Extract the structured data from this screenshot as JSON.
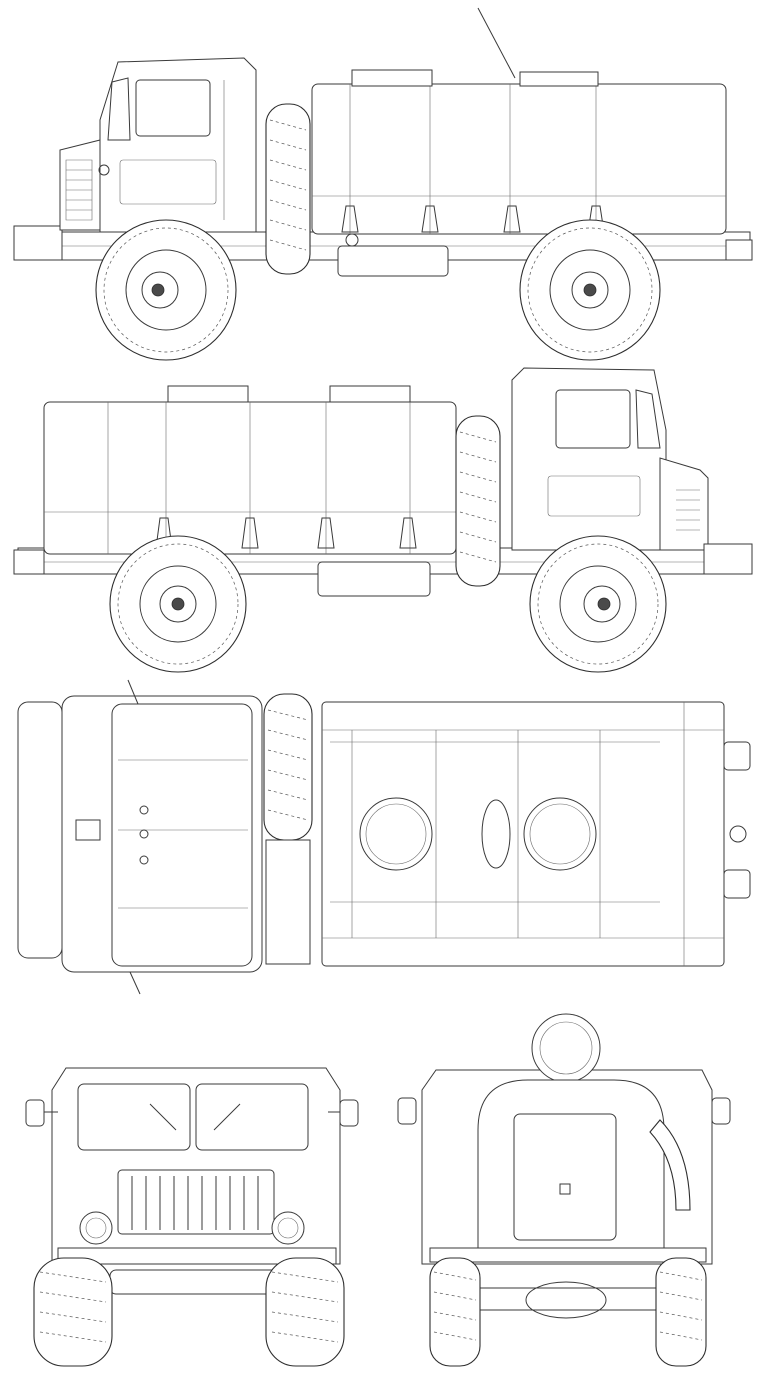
{
  "drawing": {
    "subject": "",
    "views": [
      {
        "key": "left-side-view"
      },
      {
        "key": "right-side-view"
      },
      {
        "key": "top-view"
      },
      {
        "key": "front-view"
      },
      {
        "key": "rear-view"
      }
    ]
  },
  "colors": {
    "line": "#3a3a3a",
    "background": "#ffffff"
  }
}
